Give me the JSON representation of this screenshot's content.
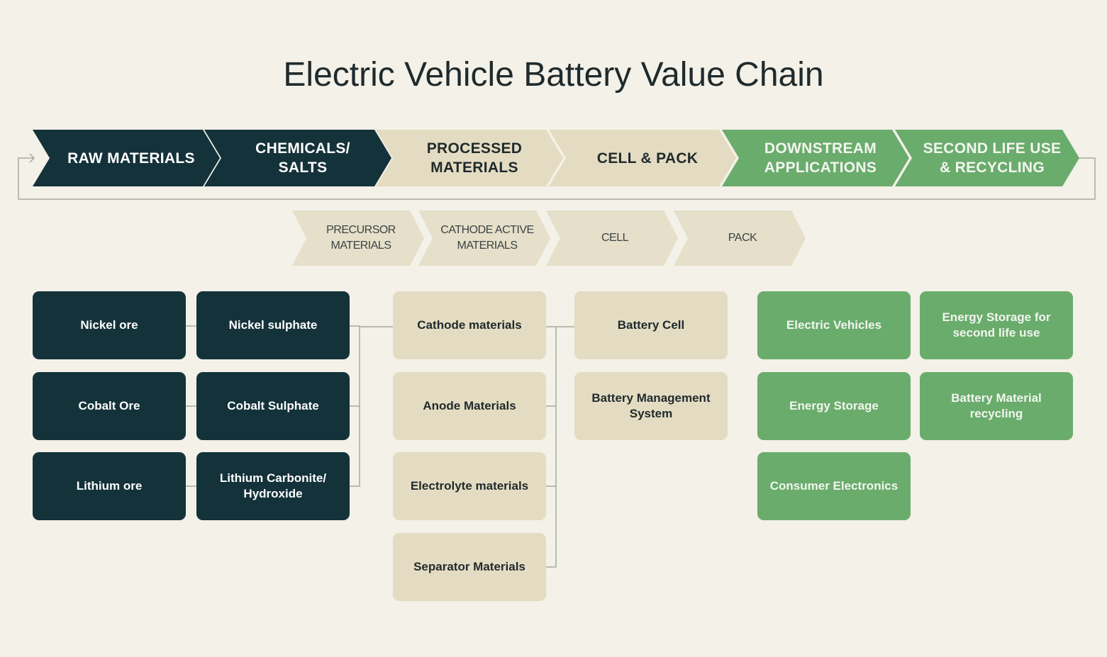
{
  "title": "Electric Vehicle Battery Value Chain",
  "colors": {
    "dark": "#14323a",
    "beige": "#e4dcc2",
    "green": "#6aac6c",
    "background": "#f3f1e8"
  },
  "stages": [
    {
      "label": "RAW MATERIALS"
    },
    {
      "label": "CHEMICALS/\nSALTS"
    },
    {
      "label": "PROCESSED\nMATERIALS"
    },
    {
      "label": "CELL & PACK"
    },
    {
      "label": "DOWNSTREAM\nAPPLICATIONS"
    },
    {
      "label": "SECOND LIFE USE\n& RECYCLING"
    }
  ],
  "substages": [
    {
      "label": "PRECURSOR\nMATERIALS"
    },
    {
      "label": "CATHODE ACTIVE\nMATERIALS"
    },
    {
      "label": "CELL"
    },
    {
      "label": "PACK"
    }
  ],
  "raw_materials": [
    "Nickel ore",
    "Cobalt Ore",
    "Lithium ore"
  ],
  "chemicals": [
    "Nickel sulphate",
    "Cobalt Sulphate",
    "Lithium Carbonite/\nHydroxide"
  ],
  "processed": [
    "Cathode materials",
    "Anode Materials",
    "Electrolyte materials",
    "Separator Materials"
  ],
  "cell_pack": [
    "Battery Cell",
    "Battery Management\nSystem"
  ],
  "downstream": [
    "Electric Vehicles",
    "Energy Storage",
    "Consumer Electronics"
  ],
  "second_life": [
    "Energy Storage for\nsecond life use",
    "Battery Material\nrecycling"
  ]
}
